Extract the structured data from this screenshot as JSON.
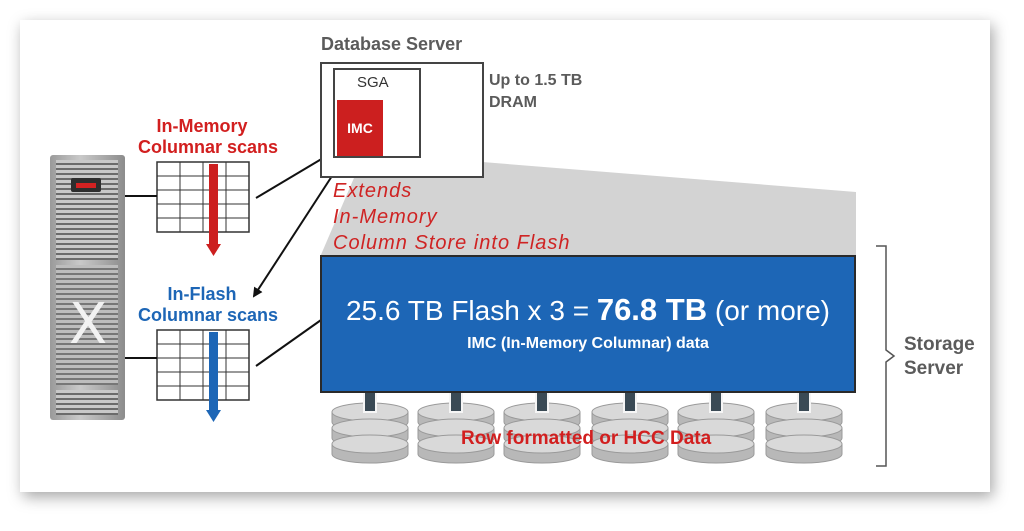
{
  "db_server": {
    "title": "Database Server",
    "sga_label": "SGA",
    "imc_label": "IMC",
    "dram_line1": "Up to 1.5 TB",
    "dram_line2": "DRAM"
  },
  "in_memory": {
    "line1": "In-Memory",
    "line2": "Columnar scans"
  },
  "in_flash": {
    "line1": "In-Flash",
    "line2": "Columnar scans"
  },
  "extends": {
    "line1": "Extends",
    "line2": "In-Memory",
    "line3": "Column Store into Flash"
  },
  "storage_panel": {
    "flash_prefix": "25.6 TB Flash x 3 = ",
    "flash_total": "76.8 TB",
    "flash_suffix": " (or more)",
    "imc_data": "IMC (In-Memory Columnar) data"
  },
  "disks_label": "Row formatted or HCC Data",
  "storage_server": {
    "line1": "Storage",
    "line2": "Server"
  },
  "rack_logo": "X",
  "colors": {
    "imc_red": "#cc1f1f",
    "panel_blue": "#1d66b6",
    "label_red": "#d21f1f",
    "label_blue": "#1d66b6",
    "gray": "#5b5b5b"
  }
}
